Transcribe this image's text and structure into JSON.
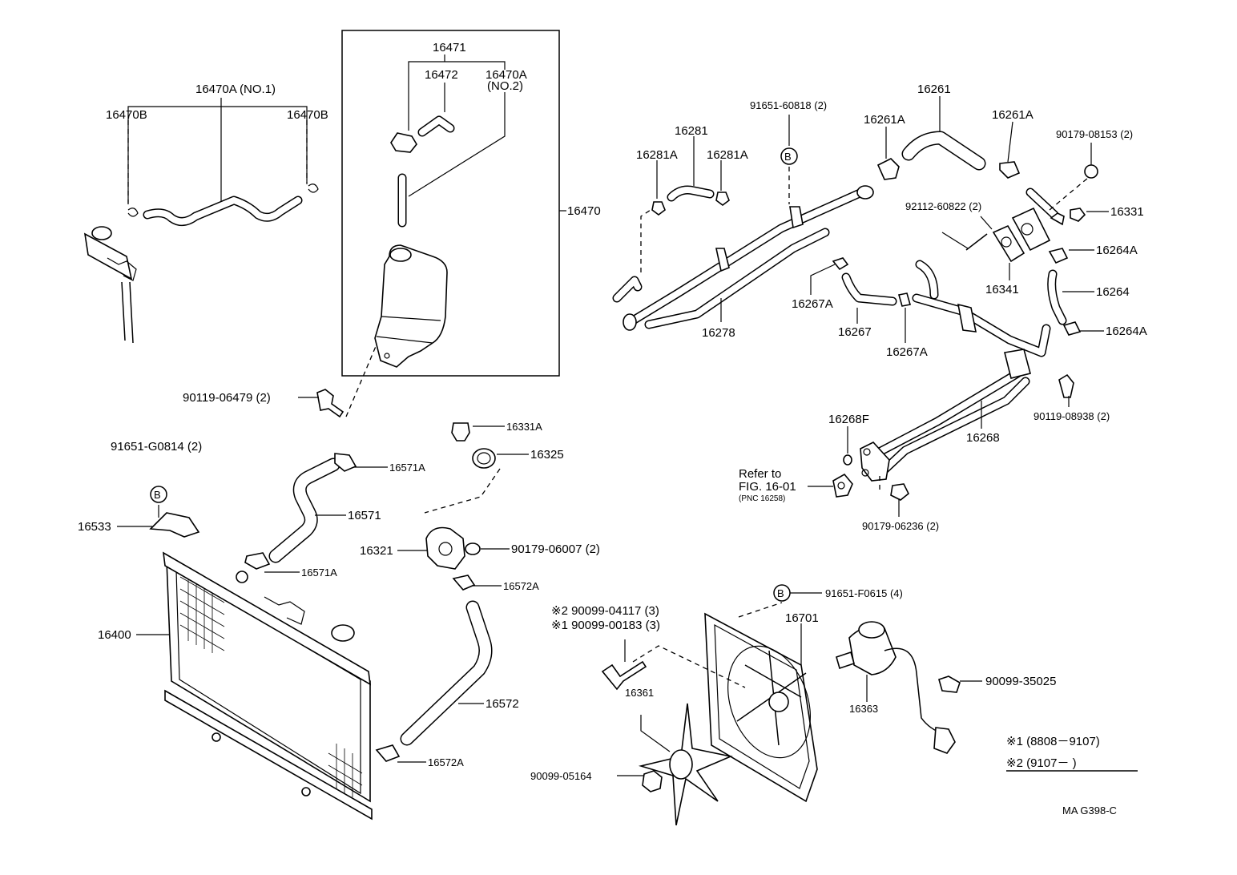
{
  "labels": {
    "p16470A_no1": "16470A (NO.1)",
    "p16470B_l": "16470B",
    "p16470B_r": "16470B",
    "p16471": "16471",
    "p16472": "16472",
    "p16470A_no2_a": "16470A",
    "p16470A_no2_b": "(NO.2)",
    "p16470": "16470",
    "p90119_06479": "90119-06479 (2)",
    "p91651_G0814": "91651-G0814 (2)",
    "p16533": "16533",
    "p16400": "16400",
    "p16571A_top": "16571A",
    "p16571": "16571",
    "p16571A_bot": "16571A",
    "p16331A": "16331A",
    "p16325": "16325",
    "p16321": "16321",
    "p90179_06007": "90179-06007 (2)",
    "p16572A_top": "16572A",
    "p16572": "16572",
    "p16572A_bot": "16572A",
    "p91651_60818": "91651-60818 (2)",
    "p16281": "16281",
    "p16281A_l": "16281A",
    "p16281A_r": "16281A",
    "p16278": "16278",
    "p16261": "16261",
    "p16261A_l": "16261A",
    "p16261A_r": "16261A",
    "p90179_08153": "90179-08153 (2)",
    "p16331": "16331",
    "p92112_60822": "92112-60822 (2)",
    "p16264A_top": "16264A",
    "p16341": "16341",
    "p16264": "16264",
    "p16264A_bot": "16264A",
    "p16267A_l": "16267A",
    "p16267": "16267",
    "p16267A_r": "16267A",
    "p90119_08938": "90119-08938 (2)",
    "p16268F": "16268F",
    "p16268": "16268",
    "refer1": "Refer to",
    "refer2": "FIG. 16-01",
    "refer3": "(PNC  16258)",
    "p90179_06236": "90179-06236 (2)",
    "p91651_F0615": "91651-F0615 (4)",
    "p90099_04117": "※2 90099-04117 (3)",
    "p90099_00183": "※1 90099-00183 (3)",
    "p16701": "16701",
    "p16363": "16363",
    "p16361": "16361",
    "p90099_35025": "90099-35025",
    "p90099_05164": "90099-05164",
    "note1": "※1 (8808－9107)",
    "note2": "※2 (9107－        )",
    "code": "MA  G398-C",
    "bolt_mark": "B"
  }
}
